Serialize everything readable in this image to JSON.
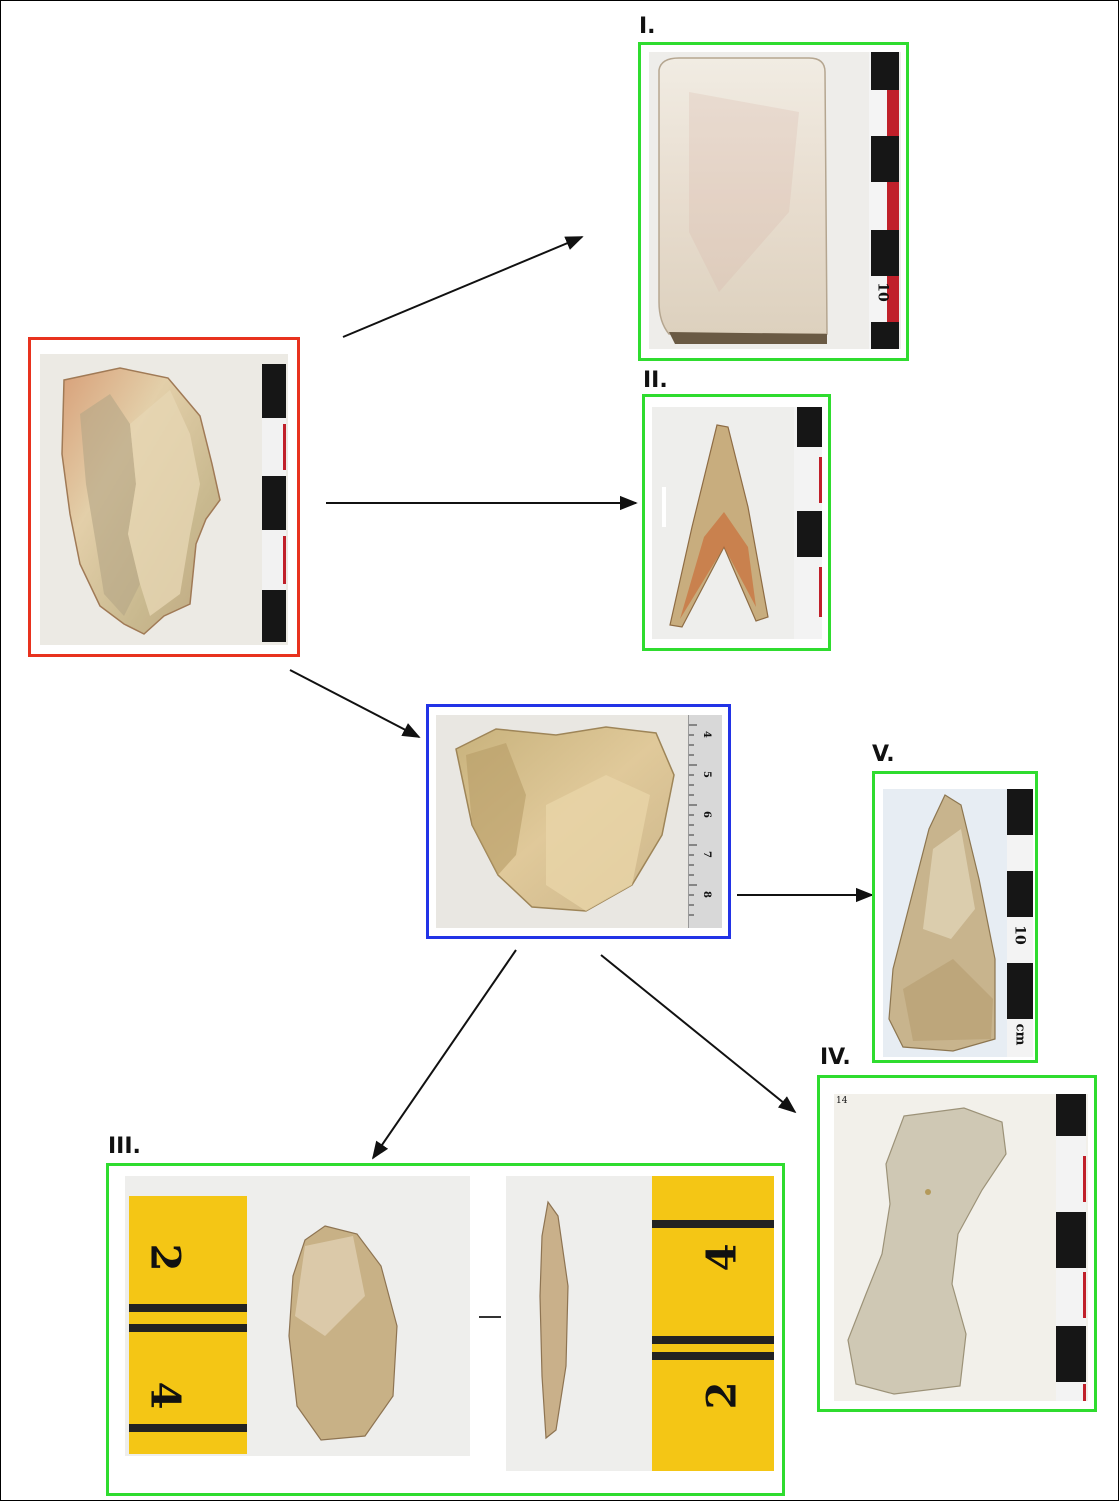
{
  "colors": {
    "source_border": "#e8321e",
    "intermediate_border": "#2233e6",
    "product_border": "#2fdc2f",
    "scale_black": "#161616",
    "scale_red": "#c0202a",
    "ruler_yellow": "#f4c615",
    "arrow": "#111111"
  },
  "labels": {
    "i": "I.",
    "ii": "II.",
    "iii": "III.",
    "iv": "IV.",
    "v": "V."
  },
  "scales": {
    "i_mark": "10",
    "v_mark": "10",
    "v_unit": "cm",
    "iii_left_top": "2",
    "iii_left_bottom": "4",
    "iii_right_top": "4",
    "iii_right_bottom": "2",
    "blue_ruler_ticks": [
      "4",
      "5",
      "6",
      "7",
      "8"
    ],
    "iv_corner": "14"
  },
  "nodes": [
    {
      "id": "source",
      "icon": "raw-flint-nodule"
    },
    {
      "id": "intermediate",
      "icon": "flint-core"
    },
    {
      "id": "i",
      "icon": "polished-axe"
    },
    {
      "id": "ii",
      "icon": "arrowhead"
    },
    {
      "id": "iii",
      "icon": "scraper"
    },
    {
      "id": "iv",
      "icon": "blade"
    },
    {
      "id": "v",
      "icon": "point"
    }
  ]
}
